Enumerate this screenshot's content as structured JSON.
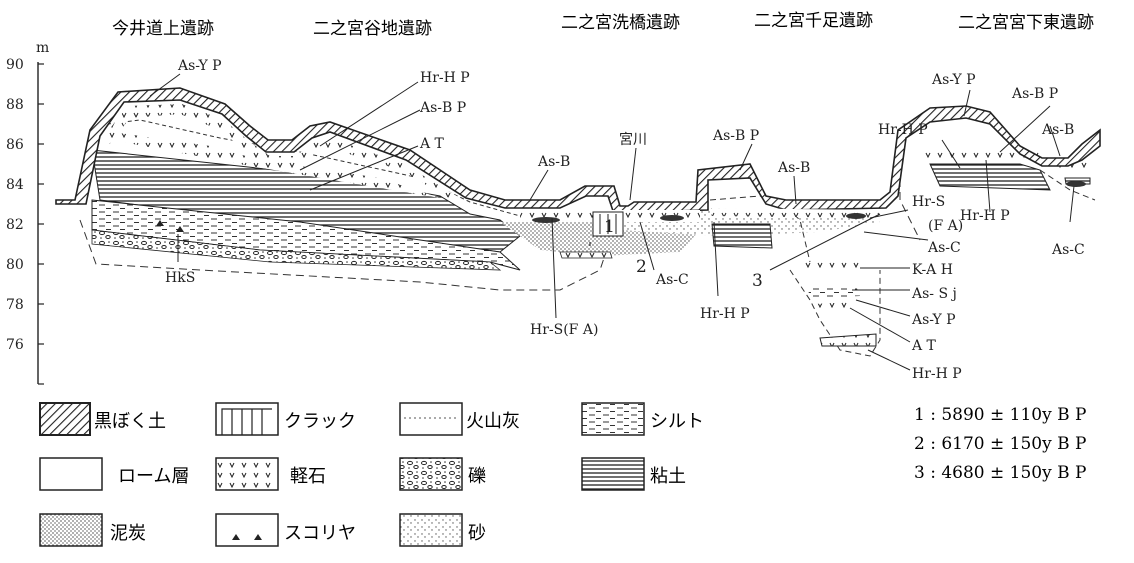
{
  "sites": [
    "今井道上遺跡",
    "二之宮谷地遺跡",
    "二之宮洗橋遺跡",
    "二之宮千足遺跡",
    "二之宮宮下東遺跡"
  ],
  "axis": {
    "unit": "m",
    "ticks": [
      "90",
      "88",
      "86",
      "84",
      "82",
      "80",
      "78",
      "76"
    ]
  },
  "labels": {
    "asyp1": "As-Y P",
    "hrhp1": "Hr-H P",
    "asbp1": "As-B P",
    "at1": "A T",
    "asb1": "As-B",
    "miyagawa": "宮川",
    "asbp2": "As-B P",
    "asb2": "As-B",
    "hkS": "HkS",
    "n1": "1",
    "n2": "2",
    "n3": "3",
    "asc1": "As-C",
    "hrsfa1": "Hr-S(F A)",
    "hrhp2": "Hr-H P",
    "hrs2": "Hr-S",
    "fa2": "(F A)",
    "asc2": "As-C",
    "kah": "K-A H",
    "assj": "As- S j",
    "asyp2": "As-Y P",
    "at2": "A T",
    "hrhp3": "Hr-H P",
    "asyp3": "As-Y P",
    "asbp3": "As-B P",
    "hrhp4": "Hr-H P",
    "asb3": "As-B",
    "hrhp5": "Hr-H P",
    "asc3": "As-C"
  },
  "legend": [
    {
      "pattern": "hatch",
      "label": "黒ぼく土"
    },
    {
      "pattern": "crack",
      "label": "クラック"
    },
    {
      "pattern": "ash",
      "label": "火山灰"
    },
    {
      "pattern": "silt",
      "label": "シルト"
    },
    {
      "pattern": "loam",
      "label": "ローム層"
    },
    {
      "pattern": "pumice",
      "label": "軽石"
    },
    {
      "pattern": "gravel",
      "label": "礫"
    },
    {
      "pattern": "clay",
      "label": "粘土"
    },
    {
      "pattern": "peat",
      "label": "泥炭"
    },
    {
      "pattern": "scoria",
      "label": "スコリヤ"
    },
    {
      "pattern": "sand",
      "label": "砂"
    }
  ],
  "dates": [
    "1 : 5890 ± 110y B P",
    "2 : 6170 ± 150y B P",
    "3 : 4680 ± 150y B P"
  ]
}
